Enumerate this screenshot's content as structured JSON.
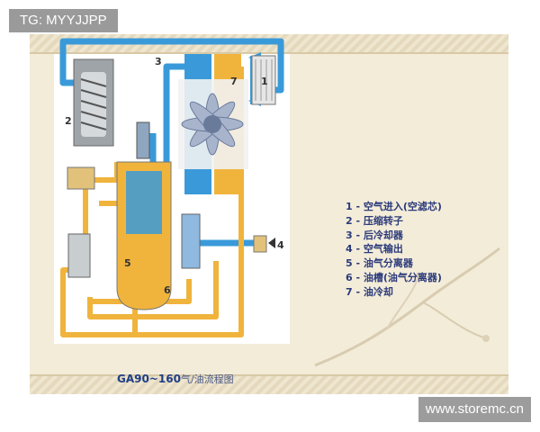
{
  "watermark_top": "TG: MYYJJPP",
  "watermark_bottom": "www.storemc.cn",
  "caption": {
    "main": "GA90~160",
    "sub": "气/油流程图"
  },
  "diagram": {
    "numbers": [
      "1",
      "2",
      "3",
      "4",
      "5",
      "6",
      "7"
    ]
  },
  "legend": [
    "1 - 空气进入(空滤芯)",
    "2 - 压缩转子",
    "3 - 后冷却器",
    "4 - 空气输出",
    "5 - 油气分离器",
    "6 - 油槽(油气分离器)",
    "7 - 油冷却"
  ],
  "colors": {
    "air": "#3a9ad9",
    "oil": "#f0b43c",
    "fan": "#7e8fb0",
    "frame": "#f3ecd9"
  }
}
